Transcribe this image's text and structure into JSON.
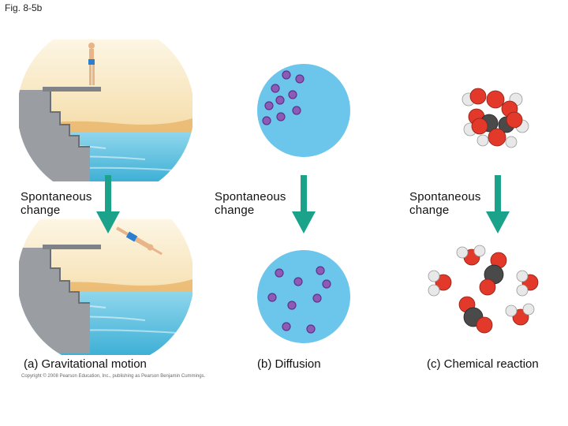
{
  "figure_label": "Fig. 8-5b",
  "panels": [
    {
      "id": "a",
      "change_line1": "Spontaneous",
      "change_line2": "change",
      "caption": "(a) Gravitational motion"
    },
    {
      "id": "b",
      "change_line1": "Spontaneous",
      "change_line2": "change",
      "caption": "(b) Diffusion"
    },
    {
      "id": "c",
      "change_line1": "Spontaneous",
      "change_line2": "change",
      "caption": "(c) Chemical reaction"
    }
  ],
  "copyright": "Copyright © 2008 Pearson Education, Inc., publishing as Pearson Benjamin Cummings.",
  "colors": {
    "arrow": "#1aa38a",
    "water": "#62c4e0",
    "sky": "#f6e4b8",
    "diffusion_circle": "#6cc6ec",
    "particle": "#8e5ab8",
    "oxygen": "#e2392b",
    "carbon": "#4a4a4a",
    "hydrogen": "#e8e8e8",
    "stairs": "#9a9ea3"
  }
}
